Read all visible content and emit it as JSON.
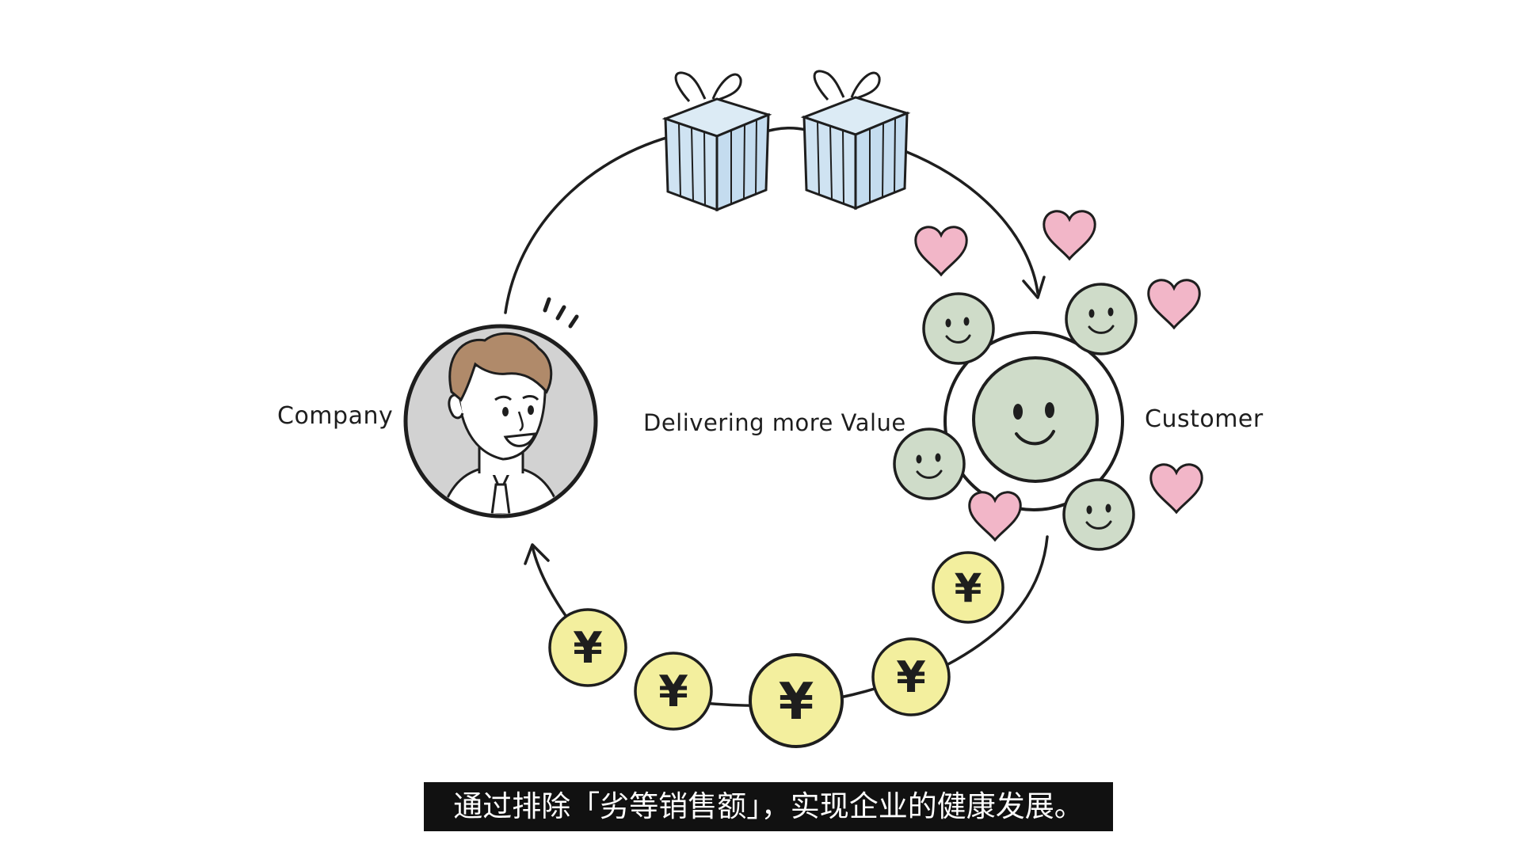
{
  "labels": {
    "company": "Company",
    "customer": "Customer",
    "center": "Delivering more Value"
  },
  "subtitle": "通过排除「劣等销售额」，实现企业的健康发展。",
  "coins": {
    "symbol": "¥"
  },
  "colors": {
    "gift_box": "#cfe3f2",
    "gift_stripe": "#ffffff",
    "customer_face": "#cfdcc9",
    "heart": "#f2b6c8",
    "coin": "#f3ef9e",
    "company_circle": "#d2d2d2",
    "hair": "#b08a6a",
    "subtitle_bg": "#111111",
    "subtitle_text": "#ffffff"
  },
  "icons": [
    "gift-box-icon",
    "person-avatar-icon",
    "smiley-face-icon",
    "heart-icon",
    "yen-coin-icon",
    "arrow-icon"
  ]
}
